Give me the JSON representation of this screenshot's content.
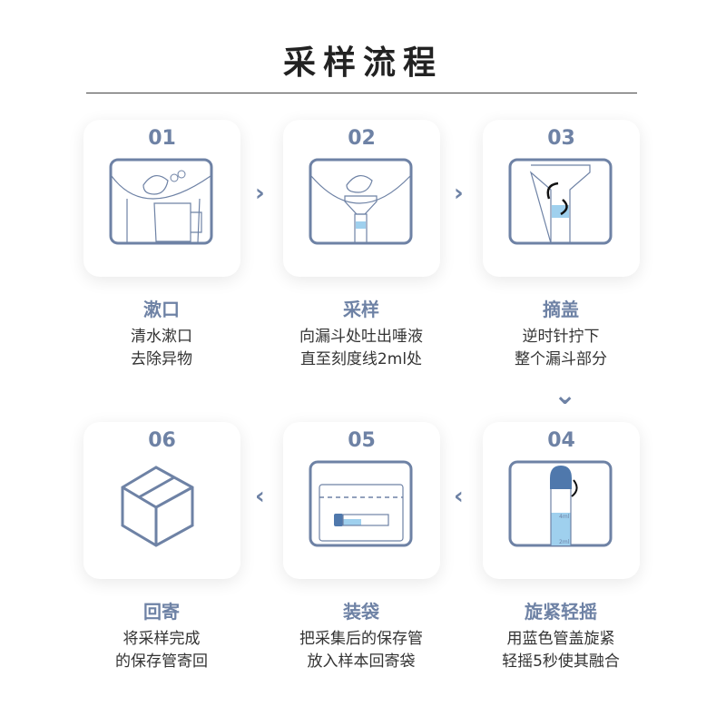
{
  "title": "采样流程",
  "steps": [
    {
      "num": "01",
      "title": "漱口",
      "lines": [
        "清水漱口",
        "去除异物"
      ]
    },
    {
      "num": "02",
      "title": "采样",
      "lines": [
        "向漏斗处吐出唾液",
        "直至刻度线2ml处"
      ]
    },
    {
      "num": "03",
      "title": "摘盖",
      "lines": [
        "逆时针拧下",
        "整个漏斗部分"
      ]
    },
    {
      "num": "04",
      "title": "旋紧轻摇",
      "lines": [
        "用蓝色管盖旋紧",
        "轻摇5秒使其融合"
      ],
      "tube_labels": [
        "4ml",
        "2ml"
      ]
    },
    {
      "num": "05",
      "title": "装袋",
      "lines": [
        "把采集后的保存管",
        "放入样本回寄袋"
      ]
    },
    {
      "num": "06",
      "title": "回寄",
      "lines": [
        "将采样完成",
        "的保存管寄回"
      ]
    }
  ],
  "arrows": {
    "right": "›",
    "left": "‹",
    "down": "⌄"
  },
  "colors": {
    "accent": "#6e82a5",
    "liquid": "#9fd0ee"
  }
}
